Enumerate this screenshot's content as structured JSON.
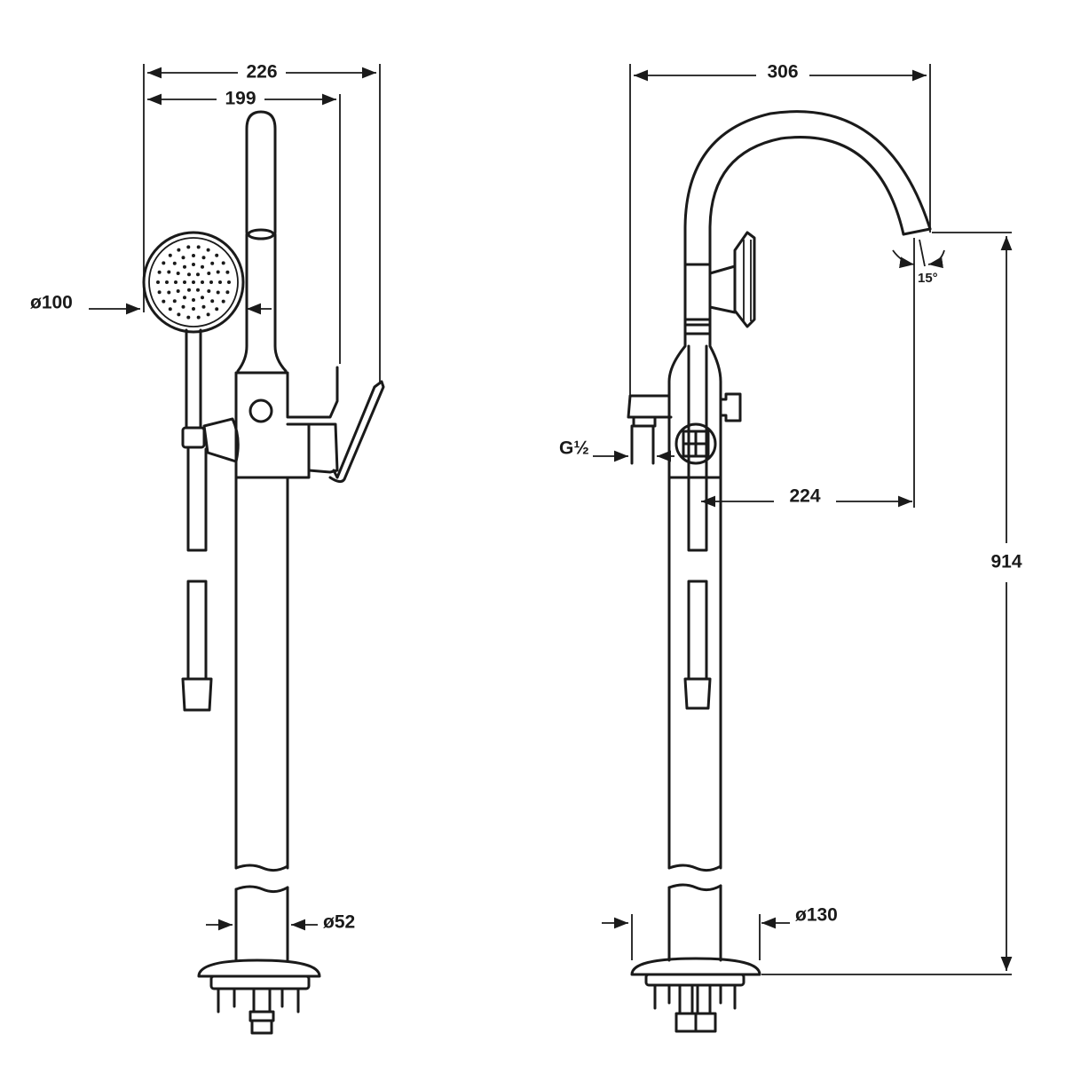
{
  "dimensions": {
    "overall_width_left": "226",
    "handle_width": "199",
    "handshower_diameter": "ø100",
    "pipe_diameter": "ø52",
    "overall_width_right": "306",
    "inlet_thread": "G½",
    "spout_reach": "224",
    "overall_height": "914",
    "base_diameter": "ø130",
    "spout_angle": "15°"
  }
}
